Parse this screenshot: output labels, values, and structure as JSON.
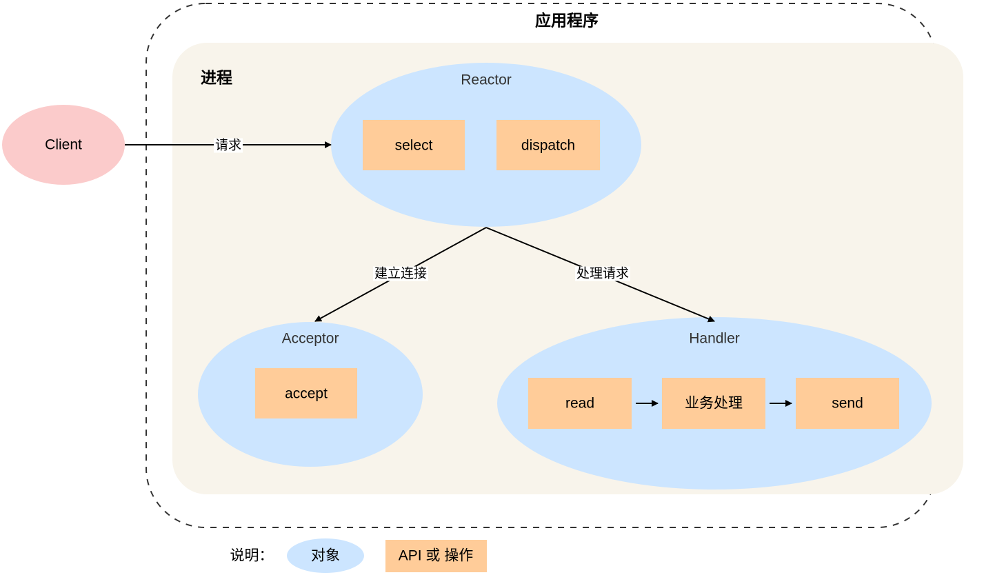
{
  "diagram": {
    "title": "应用程序",
    "process_label": "进程",
    "colors": {
      "object_ellipse": "#CCE5FF",
      "api_box": "#FFCC99",
      "client_ellipse": "#FBCBCB",
      "process_bg": "#F8F4EB",
      "stroke": "#000000",
      "node_title_text": "#333333"
    },
    "client": {
      "label": "Client"
    },
    "edges": [
      {
        "id": "client-to-reactor",
        "label": "请求"
      },
      {
        "id": "reactor-to-acceptor",
        "label": "建立连接"
      },
      {
        "id": "reactor-to-handler",
        "label": "处理请求"
      },
      {
        "id": "read-to-business",
        "label": ""
      },
      {
        "id": "business-to-send",
        "label": ""
      }
    ],
    "nodes": [
      {
        "id": "reactor",
        "title": "Reactor",
        "boxes": [
          "select",
          "dispatch"
        ]
      },
      {
        "id": "acceptor",
        "title": "Acceptor",
        "boxes": [
          "accept"
        ]
      },
      {
        "id": "handler",
        "title": "Handler",
        "boxes": [
          "read",
          "业务处理",
          "send"
        ]
      }
    ],
    "legend": {
      "caption": "说明：",
      "object_label": "对象",
      "api_label": "API 或 操作"
    }
  }
}
